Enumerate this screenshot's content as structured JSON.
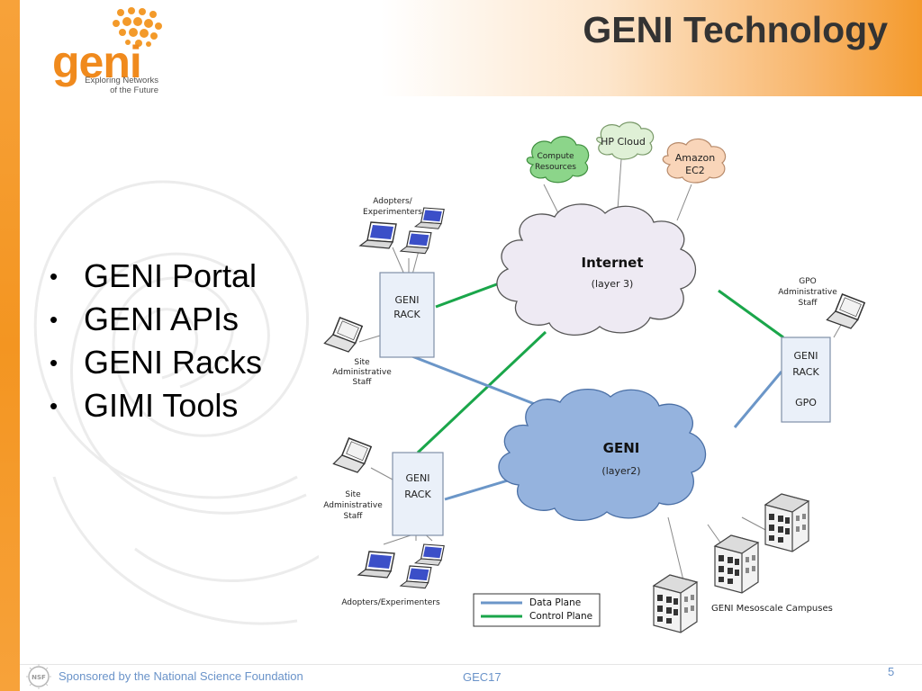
{
  "slide": {
    "title": "GENI Technology",
    "page_number": "5",
    "footer_sponsor": "Sponsored by the National Science Foundation",
    "footer_event": "GEC17",
    "nsf_logo_text": "NSF"
  },
  "logo": {
    "word": "geni",
    "tagline_line1": "Exploring Networks",
    "tagline_line2": "of the Future"
  },
  "bullets": [
    "GENI Portal",
    "GENI APIs",
    "GENI Racks",
    "GIMI Tools"
  ],
  "diagram": {
    "clouds": {
      "compute_line1": "Compute",
      "compute_line2": "Resources",
      "hpcloud": "HP Cloud",
      "amazon_line1": "Amazon",
      "amazon_line2": "EC2",
      "internet_title": "Internet",
      "internet_sub": "(layer 3)",
      "geni_title": "GENI",
      "geni_sub": "(layer2)"
    },
    "racks": {
      "top_line1": "GENI",
      "top_line2": "RACK",
      "bottom_line1": "GENI",
      "bottom_line2": "RACK",
      "gpo_line1": "GENI",
      "gpo_line2": "RACK",
      "gpo_line3": "GPO"
    },
    "labels": {
      "adopters_top_line1": "Adopters/",
      "adopters_top_line2": "Experimenters",
      "site_staff_top_line1": "Site",
      "site_staff_top_line2": "Administrative",
      "site_staff_top_line3": "Staff",
      "gpo_staff_line1": "GPO",
      "gpo_staff_line2": "Administrative",
      "gpo_staff_line3": "Staff",
      "site_staff_bottom_line1": "Site",
      "site_staff_bottom_line2": "Administrative",
      "site_staff_bottom_line3": "Staff",
      "adopters_bottom": "Adopters/Experimenters",
      "campuses": "GENI Mesoscale Campuses"
    },
    "legend": {
      "data_plane": "Data Plane",
      "control_plane": "Control Plane"
    },
    "colors": {
      "data_plane": "#6b96c8",
      "control_plane": "#1aa64a",
      "geni_cloud": "#95b3de",
      "internet_cloud": "#eeeaf3"
    }
  }
}
